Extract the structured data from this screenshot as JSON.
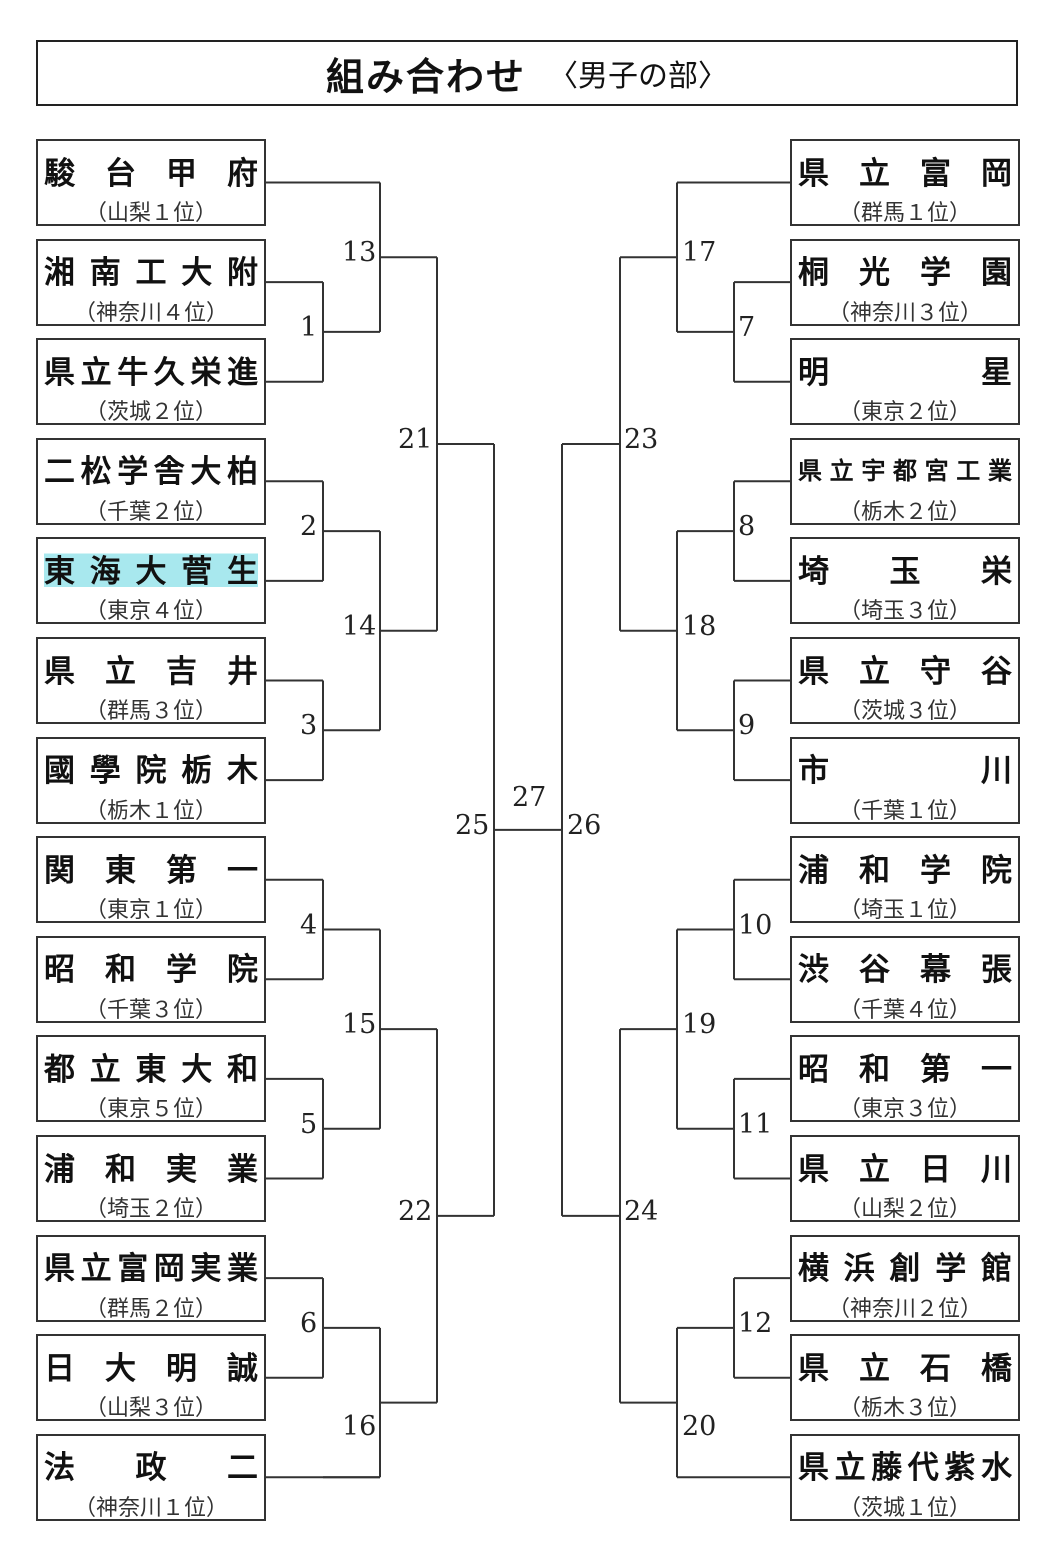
{
  "title": {
    "main": "組み合わせ",
    "sub": "〈男子の部〉"
  },
  "left_teams": [
    {
      "name": "駿台甲府",
      "pref": "（山梨１位）"
    },
    {
      "name": "湘南工大附",
      "pref": "（神奈川４位）"
    },
    {
      "name": "県立牛久栄進",
      "pref": "（茨城２位）"
    },
    {
      "name": "二松学舎大柏",
      "pref": "（千葉２位）"
    },
    {
      "name": "東海大菅生",
      "pref": "（東京４位）"
    },
    {
      "name": "県立吉井",
      "pref": "（群馬３位）"
    },
    {
      "name": "國學院栃木",
      "pref": "（栃木１位）"
    },
    {
      "name": "関東第一",
      "pref": "（東京１位）"
    },
    {
      "name": "昭和学院",
      "pref": "（千葉３位）"
    },
    {
      "name": "都立東大和",
      "pref": "（東京５位）"
    },
    {
      "name": "浦和実業",
      "pref": "（埼玉２位）"
    },
    {
      "name": "県立富岡実業",
      "pref": "（群馬２位）"
    },
    {
      "name": "日大明誠",
      "pref": "（山梨３位）"
    },
    {
      "name": "法政二",
      "pref": "（神奈川１位）"
    }
  ],
  "right_teams": [
    {
      "name": "県立富岡",
      "pref": "（群馬１位）"
    },
    {
      "name": "桐光学園",
      "pref": "（神奈川３位）"
    },
    {
      "name": "明星",
      "pref": "（東京２位）"
    },
    {
      "name": "県立宇都宮工業",
      "pref": "（栃木２位）"
    },
    {
      "name": "埼玉栄",
      "pref": "（埼玉３位）"
    },
    {
      "name": "県立守谷",
      "pref": "（茨城３位）"
    },
    {
      "name": "市川",
      "pref": "（千葉１位）"
    },
    {
      "name": "浦和学院",
      "pref": "（埼玉１位）"
    },
    {
      "name": "渋谷幕張",
      "pref": "（千葉４位）"
    },
    {
      "name": "昭和第一",
      "pref": "（東京３位）"
    },
    {
      "name": "県立日川",
      "pref": "（山梨２位）"
    },
    {
      "name": "横浜創学館",
      "pref": "（神奈川２位）"
    },
    {
      "name": "県立石橋",
      "pref": "（栃木３位）"
    },
    {
      "name": "県立藤代紫水",
      "pref": "（茨城１位）"
    }
  ],
  "match_numbers": {
    "m1": "1",
    "m2": "2",
    "m3": "3",
    "m4": "4",
    "m5": "5",
    "m6": "6",
    "m7": "7",
    "m8": "8",
    "m9": "9",
    "m10": "10",
    "m11": "11",
    "m12": "12",
    "m13": "13",
    "m14": "14",
    "m15": "15",
    "m16": "16",
    "m17": "17",
    "m18": "18",
    "m19": "19",
    "m20": "20",
    "m21": "21",
    "m22": "22",
    "m23": "23",
    "m24": "24",
    "m25": "25",
    "m26": "26",
    "m27": "27"
  },
  "highlight_color": "#a8e8ee"
}
